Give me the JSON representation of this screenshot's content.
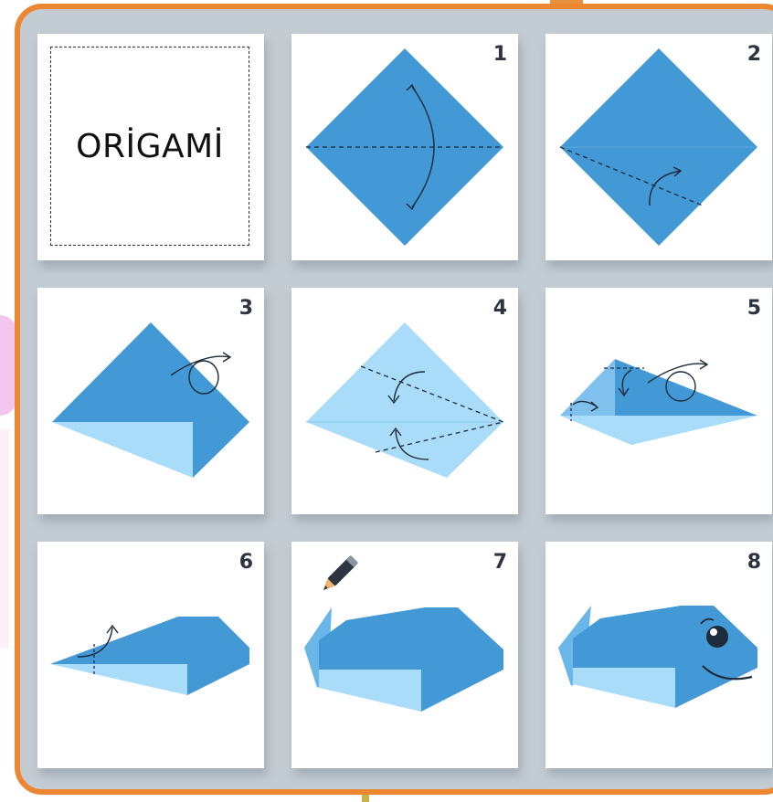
{
  "title": "ORİGAMİ",
  "steps": [
    {
      "number": "1"
    },
    {
      "number": "2"
    },
    {
      "number": "3"
    },
    {
      "number": "4"
    },
    {
      "number": "5"
    },
    {
      "number": "6"
    },
    {
      "number": "7"
    },
    {
      "number": "8"
    }
  ],
  "colors": {
    "paper_dark": "#4399d5",
    "paper_light": "#a9dcf9",
    "border": "#ec8630",
    "board": "#c4ccd3"
  }
}
